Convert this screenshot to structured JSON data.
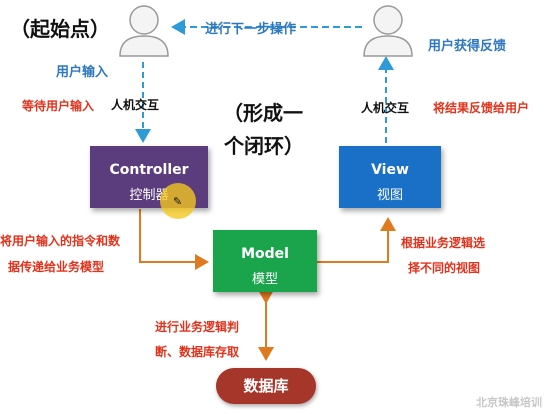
{
  "start_label": "（起始点）",
  "loop_label_line1": "（形成一",
  "loop_label_line2": "个闭环）",
  "user_input": "用户输入",
  "user_feedback": "用户获得反馈",
  "next_step": "进行下一步操作",
  "waiting_input": "等待用户输入",
  "interaction_left": "人机交互",
  "interaction_right": "人机交互",
  "feedback_result": "将结果反馈给用户",
  "controller": {
    "title": "Controller",
    "subtitle": "控制器",
    "color": "#5b3d7e"
  },
  "view": {
    "title": "View",
    "subtitle": "视图",
    "color": "#1a6fc7"
  },
  "model": {
    "title": "Model",
    "subtitle": "模型",
    "color": "#1aa54c"
  },
  "database": {
    "label": "数据库",
    "color": "#a6362a"
  },
  "controller_to_model_line1": "将用户输入的指令和数",
  "controller_to_model_line2": "据传递给业务模型",
  "model_to_view_line1": "根据业务逻辑选",
  "model_to_view_line2": "择不同的视图",
  "model_db_line1": "进行业务逻辑判",
  "model_db_line2": "断、数据库存取",
  "watermark": "北京珠峰培训",
  "colors": {
    "orange_arrow": "#e07a1f",
    "blue_arrow": "#2e9bd6",
    "red_text": "#e2321c",
    "blue_text": "#2e78bf"
  }
}
